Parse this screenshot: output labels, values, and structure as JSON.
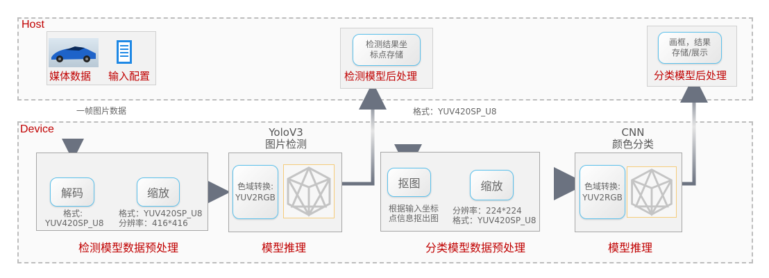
{
  "zones": {
    "host": "Host",
    "device": "Device"
  },
  "host": {
    "media": {
      "icon": "car-image-icon",
      "label": "媒体数据"
    },
    "config": {
      "icon": "document-icon",
      "label": "输入配置"
    },
    "det_post": {
      "node": "检测结果坐标点存储",
      "node_line1": "检测结果坐",
      "node_line2": "标点存储",
      "label": "检测模型后处理"
    },
    "cls_post": {
      "node_line1": "画框，结果",
      "node_line2": "存储/展示",
      "label": "分类模型后处理"
    }
  },
  "edges": {
    "frame_data": "一帧图片数据",
    "crop_format": "格式：YUV420SP_U8"
  },
  "device": {
    "det_pre": {
      "label": "检测模型数据预处理",
      "decode": {
        "label": "解码",
        "note_line1": "格式:",
        "note_line2": "YUV420SP_U8"
      },
      "resize": {
        "label": "缩放",
        "note_line1": "格式：YUV420SP_U8",
        "note_line2": "分辨率：416*416"
      }
    },
    "det_infer": {
      "title_line1": "YoloV3",
      "title_line2": "图片检测",
      "csc_line1": "色域转换:",
      "csc_line2": "YUV2RGB",
      "model_icon": "polyhedron-model-icon",
      "label": "模型推理"
    },
    "cls_pre": {
      "label": "分类模型数据预处理",
      "crop": {
        "label": "抠图",
        "note_line1": "根据输入坐标",
        "note_line2": "点信息抠出图"
      },
      "resize": {
        "label": "缩放",
        "note_line1": "分辨率：224*224",
        "note_line2": "格式：YUV420SP_U8"
      }
    },
    "cls_infer": {
      "title_line1": "CNN",
      "title_line2": "颜色分类",
      "csc_line1": "色域转换:",
      "csc_line2": "YUV2RGB",
      "model_icon": "polyhedron-model-icon",
      "label": "模型推理"
    }
  },
  "colors": {
    "label_red": "#c00000",
    "node_border": "#5bc0eb",
    "model_border": "#f5cc7a",
    "arrow": "#6b7280"
  }
}
